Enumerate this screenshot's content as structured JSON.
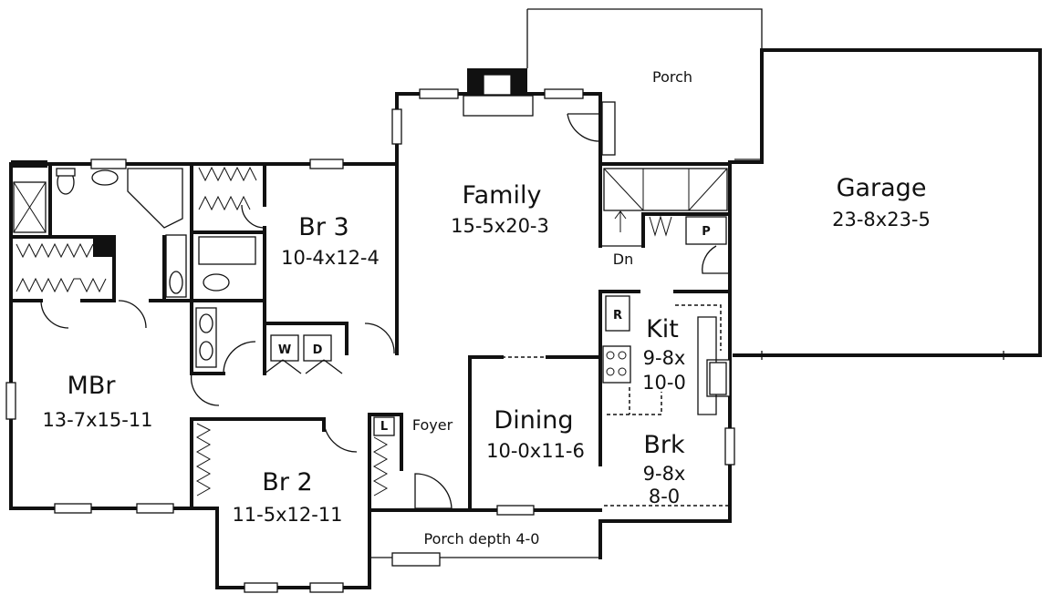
{
  "rooms": {
    "porch_top": "Porch",
    "garage": {
      "name": "Garage",
      "dims": "23-8x23-5"
    },
    "family": {
      "name": "Family",
      "dims": "15-5x20-3"
    },
    "br3": {
      "name": "Br 3",
      "dims": "10-4x12-4"
    },
    "mbr": {
      "name": "MBr",
      "dims": "13-7x15-11"
    },
    "br2": {
      "name": "Br 2",
      "dims": "11-5x12-11"
    },
    "dining": {
      "name": "Dining",
      "dims": "10-0x11-6"
    },
    "kit": {
      "name": "Kit",
      "dims1": "9-8x",
      "dims2": "10-0"
    },
    "brk": {
      "name": "Brk",
      "dims1": "9-8x",
      "dims2": "8-0"
    },
    "foyer": "Foyer",
    "dn": "Dn",
    "porch_front": "Porch depth 4-0"
  },
  "fixtures": {
    "washer": "W",
    "dryer": "D",
    "refrigerator": "R",
    "pantry": "P",
    "linen": "L"
  }
}
